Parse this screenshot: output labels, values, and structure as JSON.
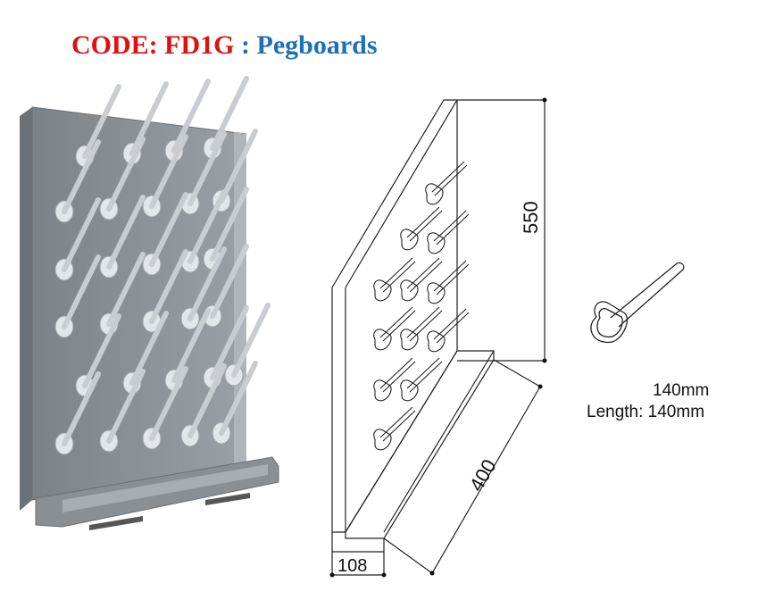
{
  "title": {
    "code_label": "CODE: FD1G",
    "separator": ":",
    "product_name": "Pegboards"
  },
  "dimensions": {
    "height": "550",
    "depth": "400",
    "tray_width": "108"
  },
  "peg_caption": {
    "line1": "140mm",
    "line2": "Length: 140mm"
  },
  "colors": {
    "code": "#e01010",
    "product_name": "#1f6fb5",
    "board": "#8e9398",
    "peg": "#d4d7da"
  },
  "icons": [
    "pegboard-photo",
    "pegboard-line-drawing",
    "peg-detail-drawing"
  ]
}
